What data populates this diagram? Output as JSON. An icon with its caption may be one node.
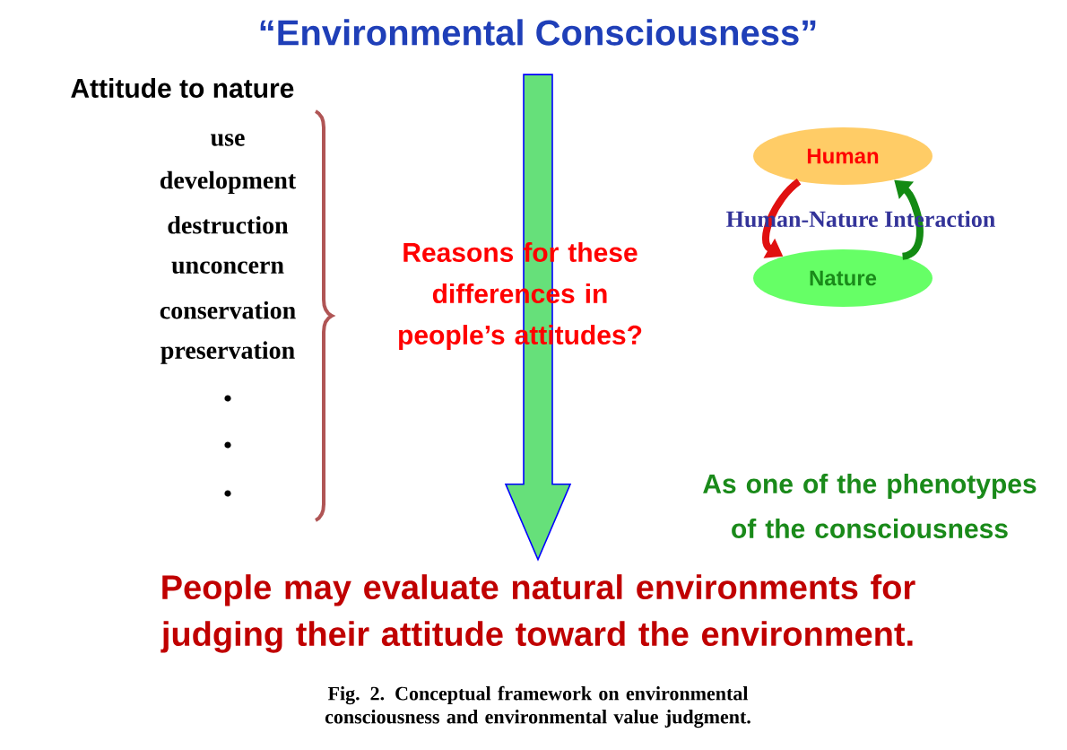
{
  "diagram": {
    "caption": "Fig. 2. Conceptual framework on environmental consciousness and environmental value judgment.",
    "nodes": [
      {
        "text": [
          "“Environmental Consciousness”"
        ]
      },
      {
        "text": [
          "Human"
        ]
      },
      {
        "text": [
          "Nature"
        ]
      },
      {
        "text": [
          "People may evaluate natural environments for judging their attitude toward the environment."
        ]
      }
    ],
    "edges": [
      {
        "from": 0,
        "to": 3,
        "arrow": "to",
        "style": "thick",
        "color": "#66e07a"
      },
      {
        "from": 1,
        "to": 2,
        "arrow": "to",
        "color": "#e01010"
      },
      {
        "from": 2,
        "to": 1,
        "arrow": "to",
        "color": "#138a13"
      }
    ],
    "labels": [
      "Attitude to nature",
      "use",
      "development",
      "destruction",
      "unconcern",
      "conservation",
      "preservation",
      "Reasons for these differences in people’s attitudes?",
      "Human-Nature Interaction",
      "As one of the phenotypes of the consciousness"
    ]
  }
}
